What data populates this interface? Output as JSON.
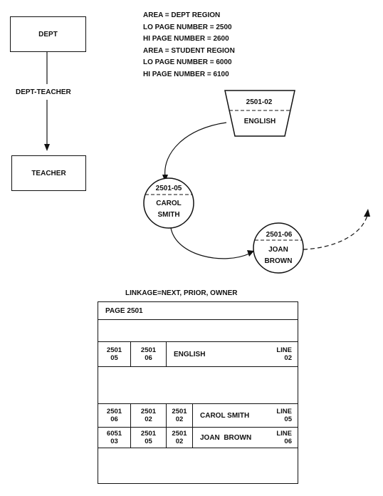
{
  "schema": {
    "owner_record": "DEPT",
    "set_name": "DEPT-TEACHER",
    "member_record": "TEACHER"
  },
  "area_info": [
    "AREA = DEPT REGION",
    "LO PAGE NUMBER = 2500",
    "HI PAGE NUMBER = 2600",
    "AREA = STUDENT REGION",
    "LO PAGE NUMBER = 6000",
    "HI PAGE NUMBER = 6100"
  ],
  "occurrences": {
    "dept": {
      "db_key": "2501-02",
      "name": "ENGLISH"
    },
    "teacher1": {
      "db_key": "2501-05",
      "name_line1": "CAROL",
      "name_line2": "SMITH"
    },
    "teacher2": {
      "db_key": "2501-06",
      "name_line1": "JOAN",
      "name_line2": "BROWN"
    }
  },
  "page": {
    "caption": "LINKAGE=NEXT, PRIOR, OWNER",
    "header": "PAGE 2501",
    "dept_row": {
      "next": [
        "2501",
        "05"
      ],
      "prior": [
        "2501",
        "06"
      ],
      "name": "ENGLISH",
      "line": [
        "LINE",
        "02"
      ]
    },
    "teacher_rows": [
      {
        "next": [
          "2501",
          "06"
        ],
        "prior": [
          "2501",
          "02"
        ],
        "owner": [
          "2501",
          "02"
        ],
        "name": "CAROL SMITH",
        "line": [
          "LINE",
          "05"
        ]
      },
      {
        "next": [
          "6051",
          "03"
        ],
        "prior": [
          "2501",
          "05"
        ],
        "owner": [
          "2501",
          "02"
        ],
        "name": "JOAN  BROWN",
        "line": [
          "LINE",
          "06"
        ]
      }
    ]
  }
}
